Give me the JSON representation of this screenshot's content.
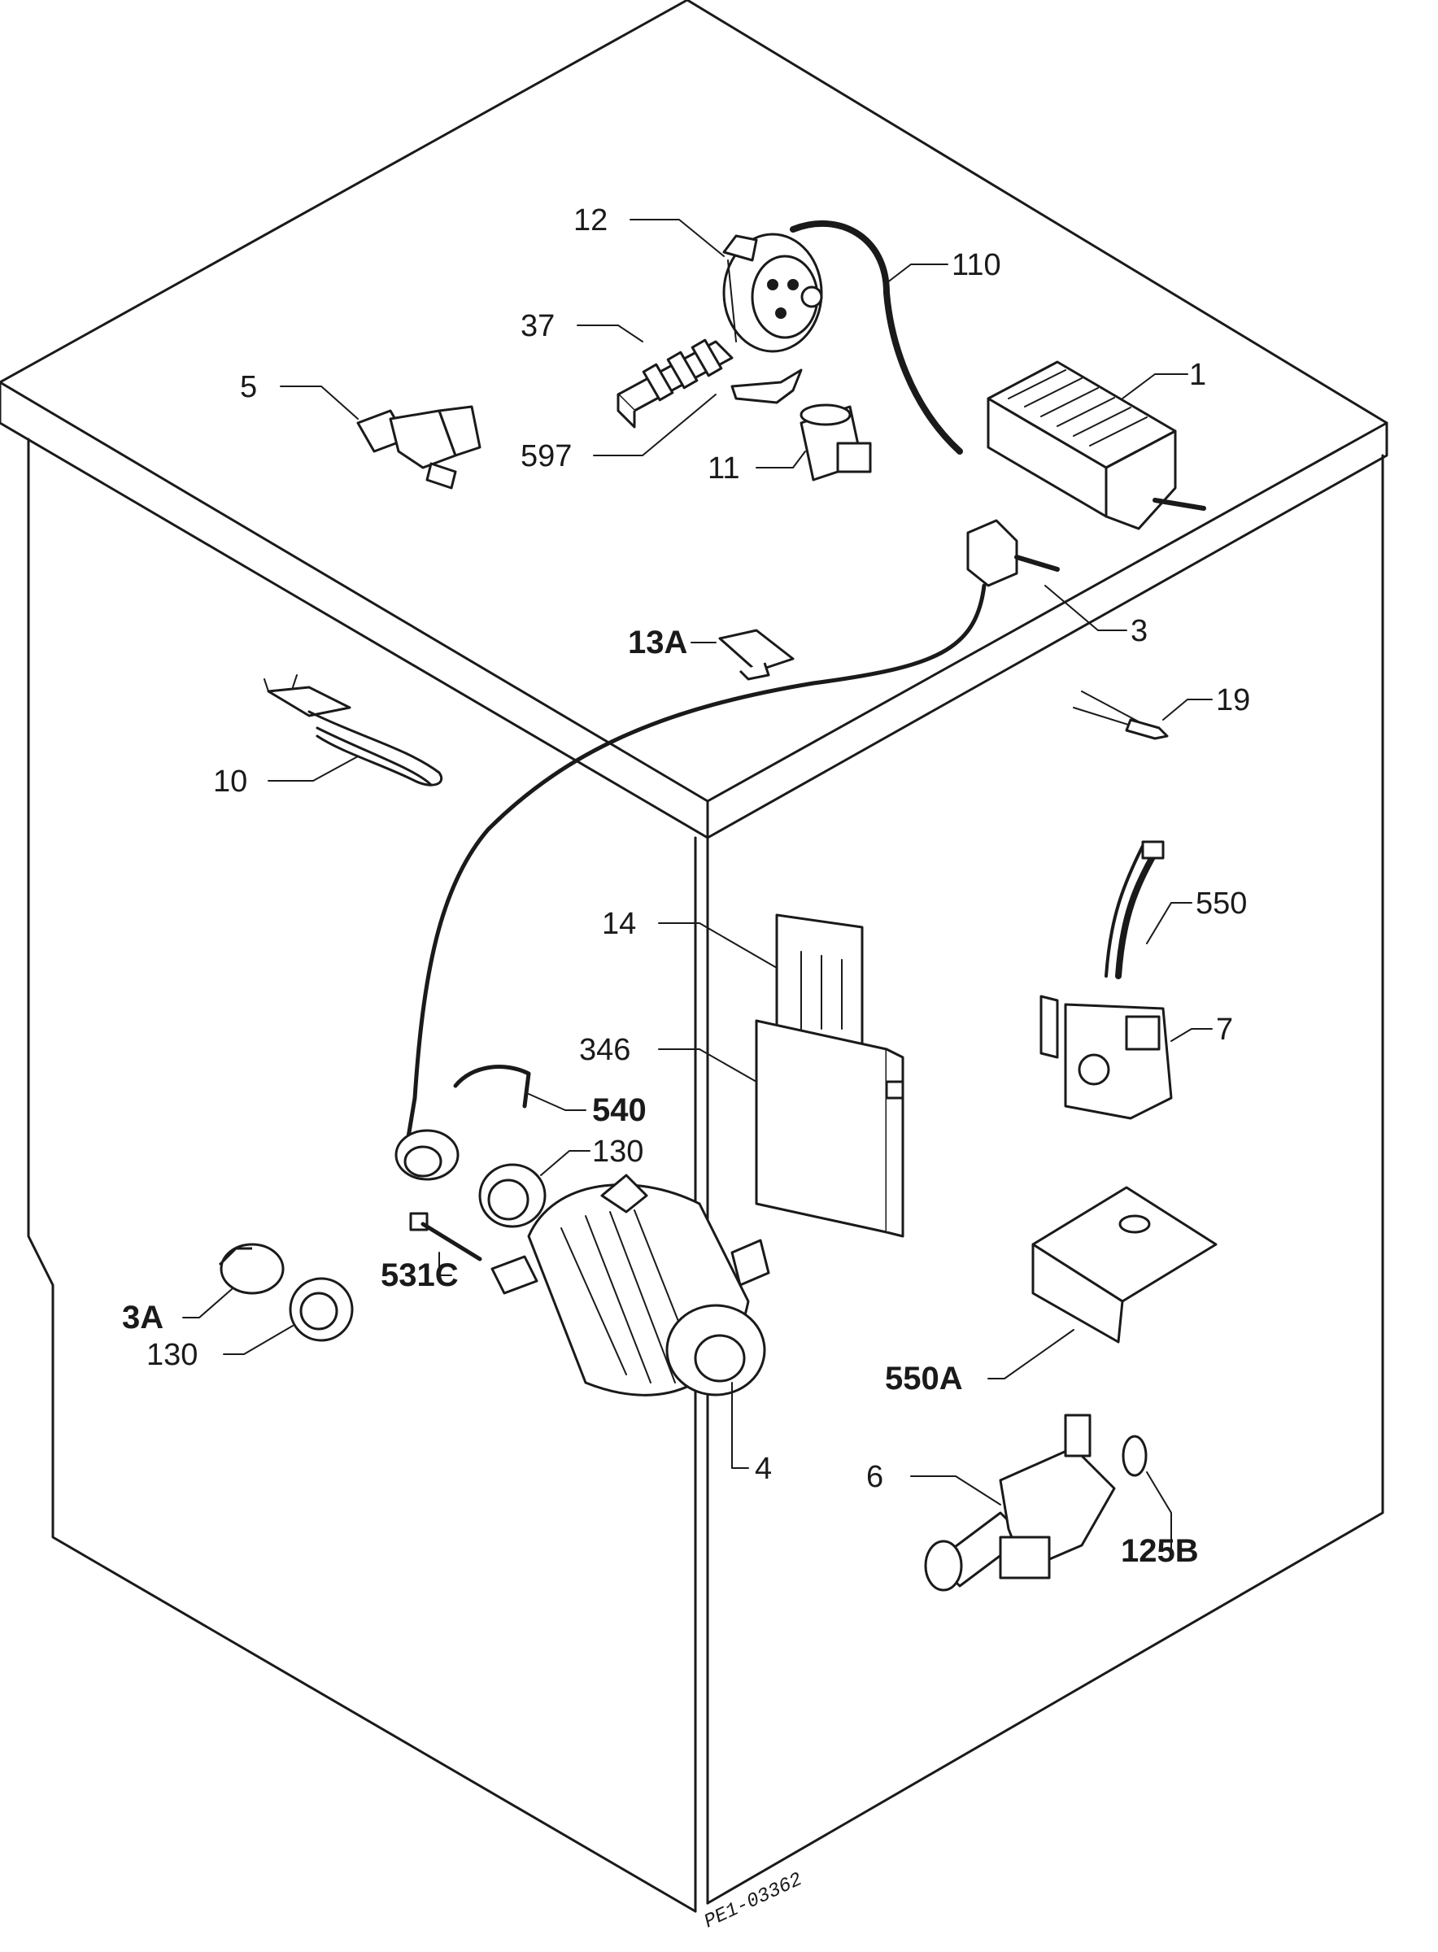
{
  "labels": {
    "l12": "12",
    "l110": "110",
    "l37": "37",
    "l5": "5",
    "l1": "1",
    "l597": "597",
    "l11": "11",
    "l3": "3",
    "l13a": "13A",
    "l19": "19",
    "l10": "10",
    "l550": "550",
    "l14": "14",
    "l7": "7",
    "l346": "346",
    "l540": "540",
    "l130a": "130",
    "l531c": "531C",
    "l3a": "3A",
    "l130b": "130",
    "l550a": "550A",
    "l4": "4",
    "l6": "6",
    "l125b": "125B"
  },
  "reference_code": "PE1-03362"
}
